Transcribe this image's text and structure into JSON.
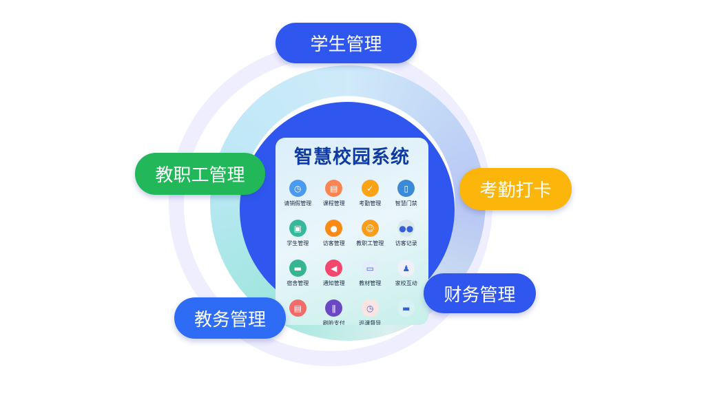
{
  "card": {
    "title": "智慧校园系统",
    "items": [
      {
        "label": "请销假管理",
        "icon": "calendar-clock-icon",
        "color": "#4a9af0"
      },
      {
        "label": "课程管理",
        "icon": "book-icon",
        "color": "#fb8453"
      },
      {
        "label": "考勤管理",
        "icon": "calendar-check-icon",
        "color": "#fca315"
      },
      {
        "label": "智慧门禁",
        "icon": "door-access-icon",
        "color": "#3b8ad8"
      },
      {
        "label": "学生管理",
        "icon": "student-card-icon",
        "color": "#36b99a"
      },
      {
        "label": "访客管理",
        "icon": "visitor-icon",
        "color": "#fb8a14"
      },
      {
        "label": "教职工管理",
        "icon": "teacher-icon",
        "color": "#fc9d1a"
      },
      {
        "label": "访客记录",
        "icon": "users-icon",
        "color": "#dbe8ef"
      },
      {
        "label": "宿舍管理",
        "icon": "bed-icon",
        "color": "#37b591"
      },
      {
        "label": "通知管理",
        "icon": "megaphone-icon",
        "color": "#f5476d"
      },
      {
        "label": "教材管理",
        "icon": "printer-icon",
        "color": "#e4eefb"
      },
      {
        "label": "家校互动",
        "icon": "person-icon",
        "color": "#eef0fa"
      },
      {
        "label": "",
        "icon": "document-icon",
        "color": "#f46b6b"
      },
      {
        "label": "刷脸支付",
        "icon": "utensils-icon",
        "color": "#6a48c4"
      },
      {
        "label": "巡课督导",
        "icon": "location-clock-icon",
        "color": "#fde4e0"
      },
      {
        "label": "",
        "icon": "monitor-icon",
        "color": "#d7f1f4"
      }
    ]
  },
  "pills": {
    "student": "学生管理",
    "staff": "教职工管理",
    "attendance": "考勤打卡",
    "finance": "财务管理",
    "academic": "教务管理"
  },
  "colors": {
    "blue": "#2f57ef",
    "green": "#22b85a",
    "yellow": "#fbb50b"
  }
}
